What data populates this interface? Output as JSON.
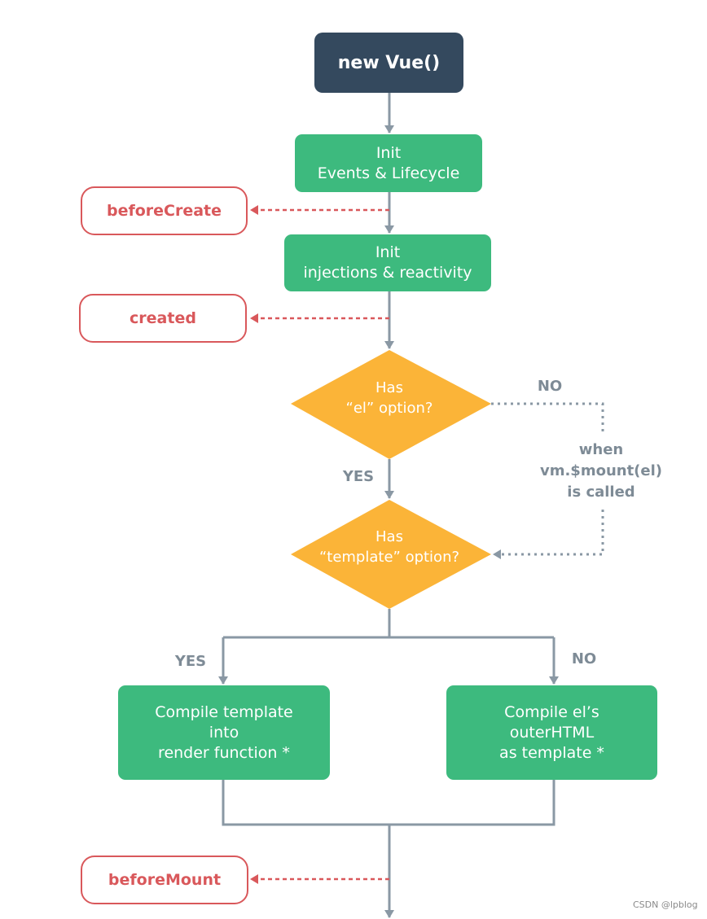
{
  "nodes": {
    "new_vue": "new Vue()",
    "init_events": [
      "Init",
      "Events & Lifecycle"
    ],
    "init_injections": [
      "Init",
      "injections & reactivity"
    ],
    "compile_template": [
      "Compile template",
      "into",
      "render function *"
    ],
    "compile_el": [
      "Compile el’s",
      "outerHTML",
      "as template *"
    ]
  },
  "hooks": {
    "before_create": "beforeCreate",
    "created": "created",
    "before_mount": "beforeMount"
  },
  "decisions": {
    "el_option": [
      "Has",
      "“el” option?"
    ],
    "template_option": [
      "Has",
      "“template” option?"
    ]
  },
  "labels": {
    "no_el": "NO",
    "yes_el": "YES",
    "when_mount": [
      "when",
      "vm.$mount(el)",
      "is called"
    ],
    "yes_template": "YES",
    "no_template": "NO"
  },
  "watermark": "CSDN @lpblog",
  "colors": {
    "dark_box": "#34495e",
    "green_box": "#3dba7e",
    "diamond": "#fbb438",
    "hook_red": "#d9585b",
    "line_gray": "#8a98a4",
    "label_gray": "#7e8b96"
  }
}
